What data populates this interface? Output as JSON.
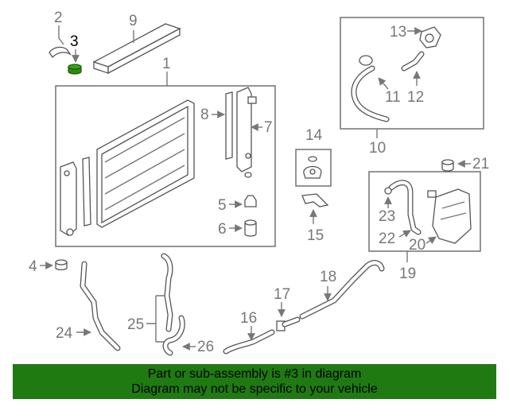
{
  "diagram": {
    "highlighted_part": "3",
    "highlight_color": "#2e8b10",
    "labels": {
      "p1": "1",
      "p2": "2",
      "p3": "3",
      "p4": "4",
      "p5": "5",
      "p6": "6",
      "p7": "7",
      "p8": "8",
      "p9": "9",
      "p10": "10",
      "p11": "11",
      "p12": "12",
      "p13": "13",
      "p14": "14",
      "p15": "15",
      "p16": "16",
      "p17": "17",
      "p18": "18",
      "p19": "19",
      "p20": "20",
      "p21": "21",
      "p22": "22",
      "p23": "23",
      "p24": "24",
      "p25": "25",
      "p26": "26"
    }
  },
  "banner": {
    "line1": "Part or sub-assembly is #3 in diagram",
    "line2": "Diagram may not be specific to your vehicle",
    "background": "#1f7a12"
  }
}
